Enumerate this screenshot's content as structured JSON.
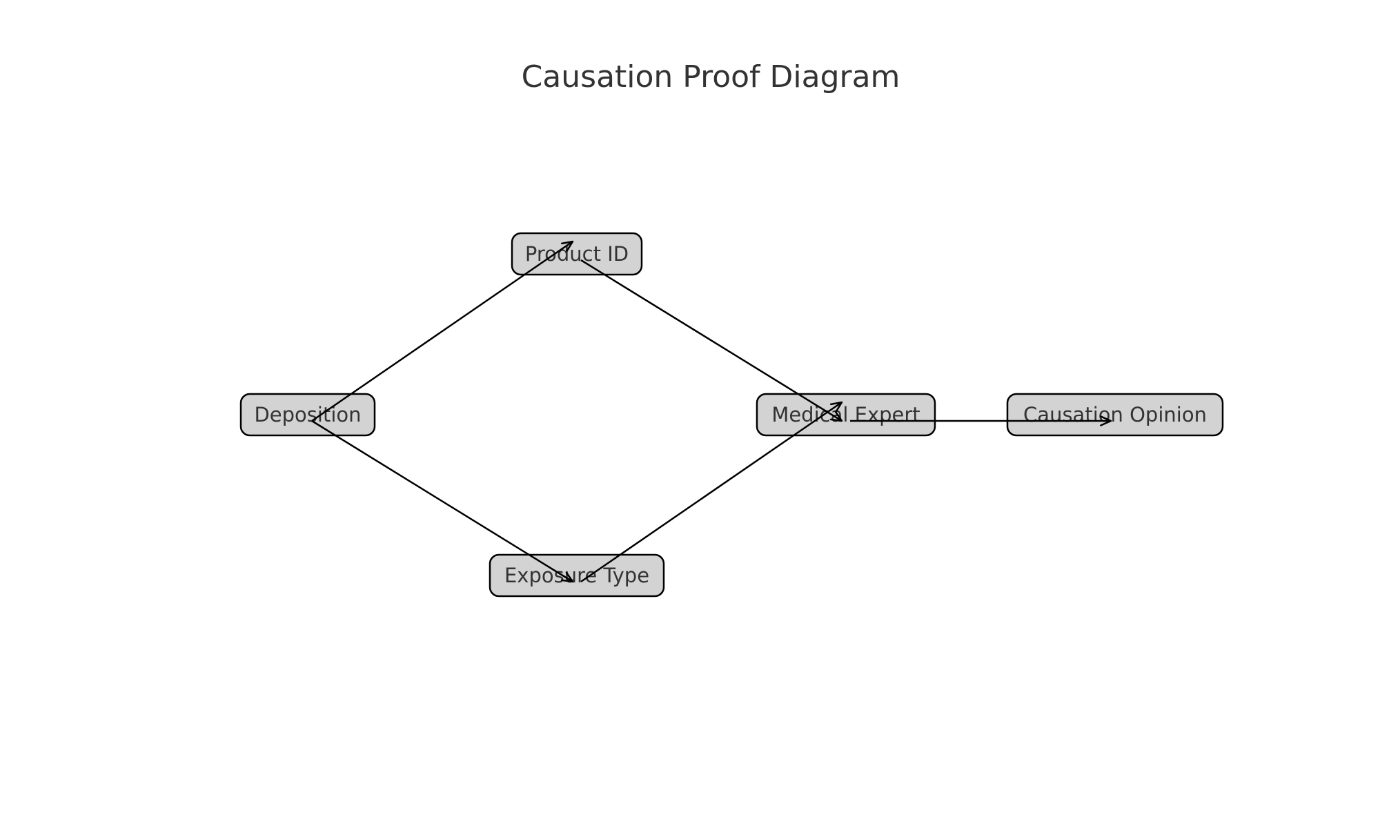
{
  "diagram": {
    "title": "Causation Proof Diagram",
    "nodes": [
      {
        "id": "deposition",
        "label": "Deposition"
      },
      {
        "id": "product-id",
        "label": "Product ID"
      },
      {
        "id": "exposure-type",
        "label": "Exposure Type"
      },
      {
        "id": "medical-expert",
        "label": "Medical Expert"
      },
      {
        "id": "causation-opinion",
        "label": "Causation Opinion"
      }
    ],
    "edges": [
      {
        "from": "deposition",
        "to": "product-id"
      },
      {
        "from": "deposition",
        "to": "exposure-type"
      },
      {
        "from": "product-id",
        "to": "medical-expert"
      },
      {
        "from": "exposure-type",
        "to": "medical-expert"
      },
      {
        "from": "medical-expert",
        "to": "causation-opinion"
      }
    ],
    "colors": {
      "node_fill": "#d3d3d3",
      "node_stroke": "#000000",
      "text": "#333333",
      "edge": "#000000",
      "background": "#ffffff"
    }
  }
}
